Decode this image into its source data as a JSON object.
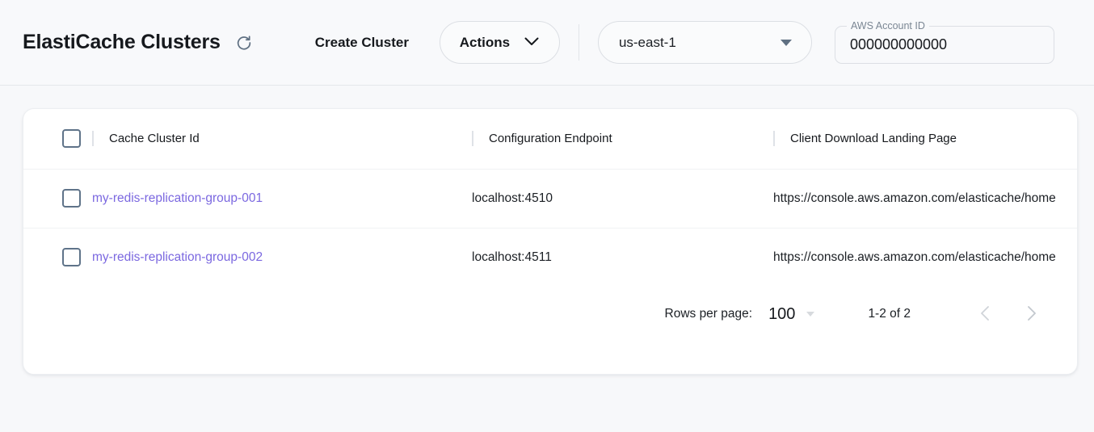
{
  "header": {
    "title": "ElastiCache Clusters",
    "refresh_icon": "refresh-icon",
    "create_cluster_label": "Create Cluster",
    "actions_label": "Actions",
    "actions_caret_icon": "chevron-down-icon",
    "region": {
      "value": "us-east-1",
      "caret_icon": "triangle-down-icon"
    },
    "account": {
      "label": "AWS Account ID",
      "value": "000000000000",
      "placeholder": "AWS Account ID"
    }
  },
  "table": {
    "select_all_name": "select-all-checkbox",
    "columns": [
      {
        "key": "id",
        "label": "Cache Cluster Id"
      },
      {
        "key": "ep",
        "label": "Configuration Endpoint"
      },
      {
        "key": "url",
        "label": "Client Download Landing Page"
      }
    ],
    "rows": [
      {
        "id": "my-redis-replication-group-001",
        "endpoint": "localhost:4510",
        "url": "https://console.aws.amazon.com/elasticache/home"
      },
      {
        "id": "my-redis-replication-group-002",
        "endpoint": "localhost:4511",
        "url": "https://console.aws.amazon.com/elasticache/home"
      }
    ]
  },
  "pagination": {
    "rows_per_page_label": "Rows per page:",
    "rows_per_page_value": "100",
    "range_label": "1-2 of 2",
    "prev_icon": "chevron-left-icon",
    "next_icon": "chevron-right-icon"
  },
  "colors": {
    "link": "#7b68e0",
    "page_bg": "#f7f8fa",
    "card_bg": "#ffffff",
    "checkbox_border": "#5f7389",
    "icon_slate": "#5f7082"
  }
}
